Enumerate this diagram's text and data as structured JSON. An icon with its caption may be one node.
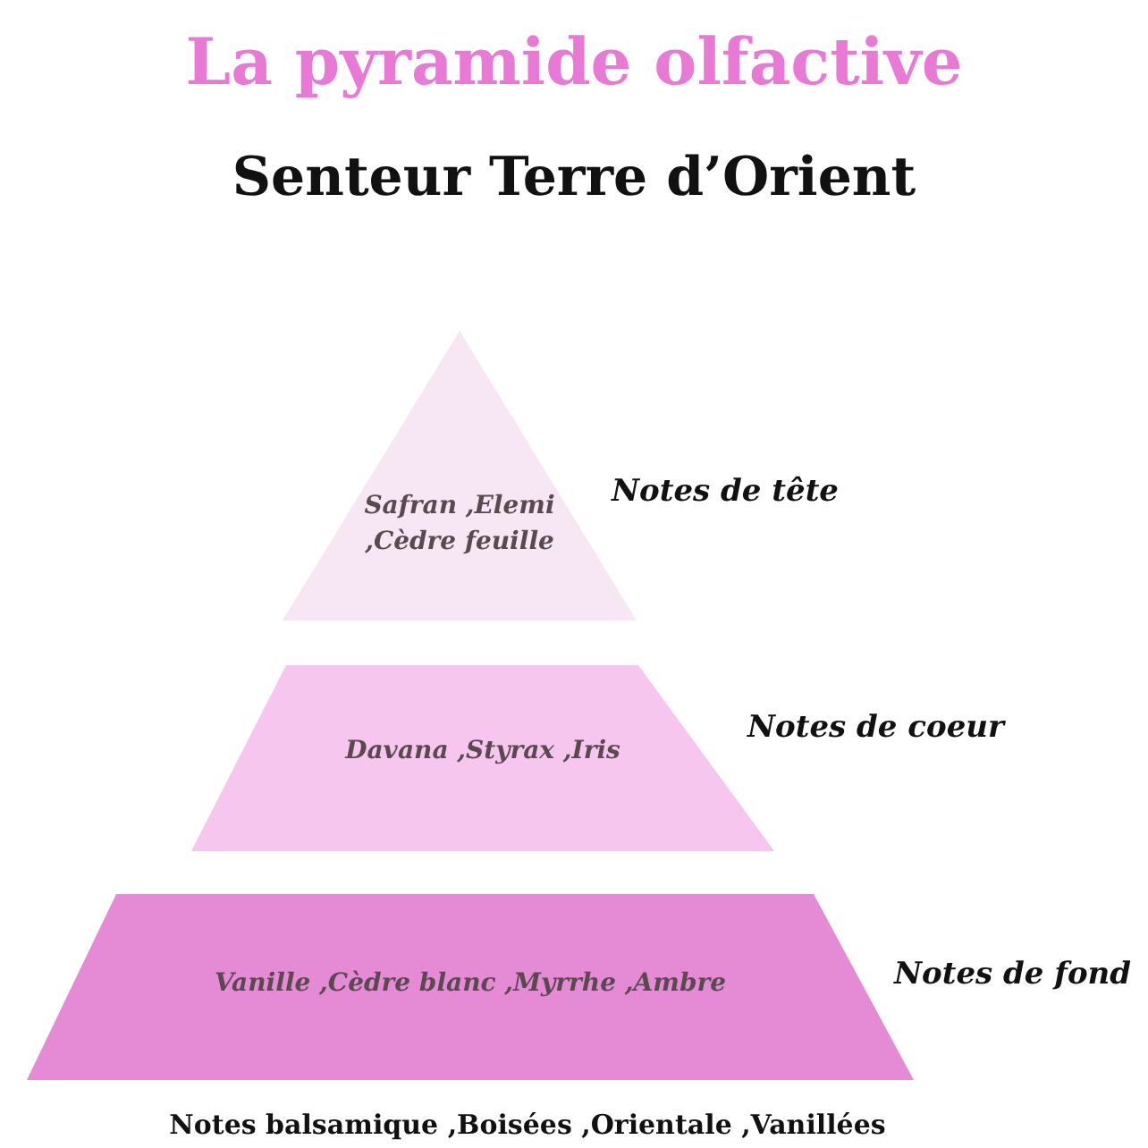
{
  "diagram": {
    "title": "La pyramide olfactive",
    "nodes": [
      {
        "text": [
          "Safran ,Elemi ,Cèdre feuille"
        ],
        "beside": [
          "Notes de tête"
        ]
      },
      {
        "text": [
          "Davana ,Styrax ,Iris"
        ],
        "beside": [
          "Notes de coeur"
        ]
      },
      {
        "text": [
          "Vanille ,Cèdre blanc ,Myrrhe ,Ambre"
        ],
        "beside": [
          "Notes de fond"
        ]
      }
    ],
    "edges": [],
    "labels": [
      "Senteur Terre d’Orient",
      "Notes balsamique ,Boisées ,Orientale ,Vanillées"
    ]
  }
}
